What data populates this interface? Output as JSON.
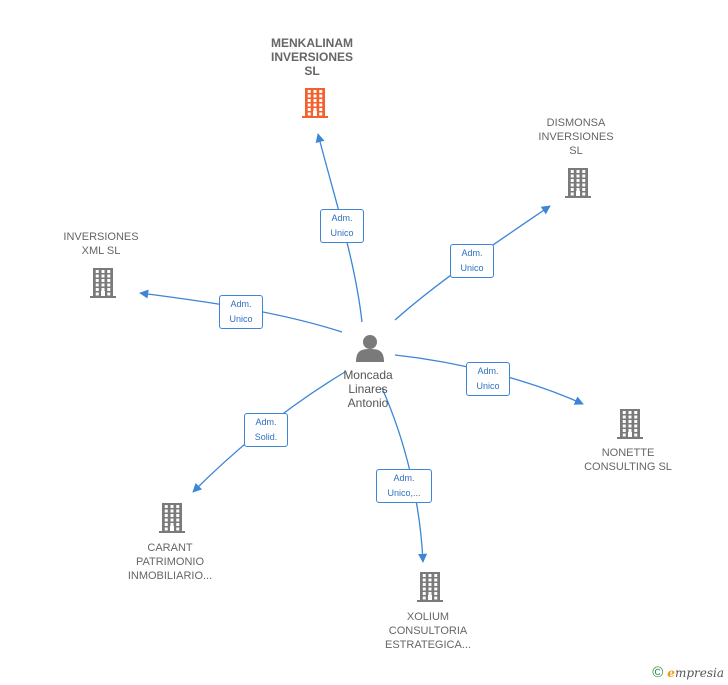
{
  "colors": {
    "edge": "#3d85d6",
    "company_icon": "#7a7a7a",
    "primary_icon": "#f2622e",
    "person_icon": "#7a7a7a"
  },
  "center": {
    "name_lines": [
      "Moncada",
      "Linares",
      "Antonio"
    ],
    "icon": "person-icon"
  },
  "companies": [
    {
      "id": "menkalinam",
      "name_lines": [
        "MENKALINAM",
        "INVERSIONES",
        "SL"
      ],
      "primary": true,
      "icon": "building-icon"
    },
    {
      "id": "dismonsa",
      "name_lines": [
        "DISMONSA",
        "INVERSIONES",
        "SL"
      ],
      "primary": false,
      "icon": "building-icon"
    },
    {
      "id": "inversiones-xml",
      "name_lines": [
        "INVERSIONES",
        "XML SL"
      ],
      "primary": false,
      "icon": "building-icon"
    },
    {
      "id": "nonette",
      "name_lines": [
        "NONETTE",
        "CONSULTING SL"
      ],
      "primary": false,
      "icon": "building-icon"
    },
    {
      "id": "carant",
      "name_lines": [
        "CARANT",
        "PATRIMONIO",
        "INMOBILIARIO..."
      ],
      "primary": false,
      "icon": "building-icon"
    },
    {
      "id": "xolium",
      "name_lines": [
        "XOLIUM",
        "CONSULTORIA",
        "ESTRATEGICA..."
      ],
      "primary": false,
      "icon": "building-icon"
    }
  ],
  "edges": [
    {
      "to": "menkalinam",
      "label_lines": [
        "Adm.",
        "Unico"
      ]
    },
    {
      "to": "dismonsa",
      "label_lines": [
        "Adm.",
        "Unico"
      ]
    },
    {
      "to": "inversiones-xml",
      "label_lines": [
        "Adm.",
        "Unico"
      ]
    },
    {
      "to": "nonette",
      "label_lines": [
        "Adm.",
        "Unico"
      ]
    },
    {
      "to": "carant",
      "label_lines": [
        "Adm.",
        "Solid."
      ]
    },
    {
      "to": "xolium",
      "label_lines": [
        "Adm.",
        "Unico,..."
      ]
    }
  ],
  "footer": {
    "copyright_symbol": "©",
    "brand_initial": "e",
    "brand_rest": "mpresia"
  }
}
